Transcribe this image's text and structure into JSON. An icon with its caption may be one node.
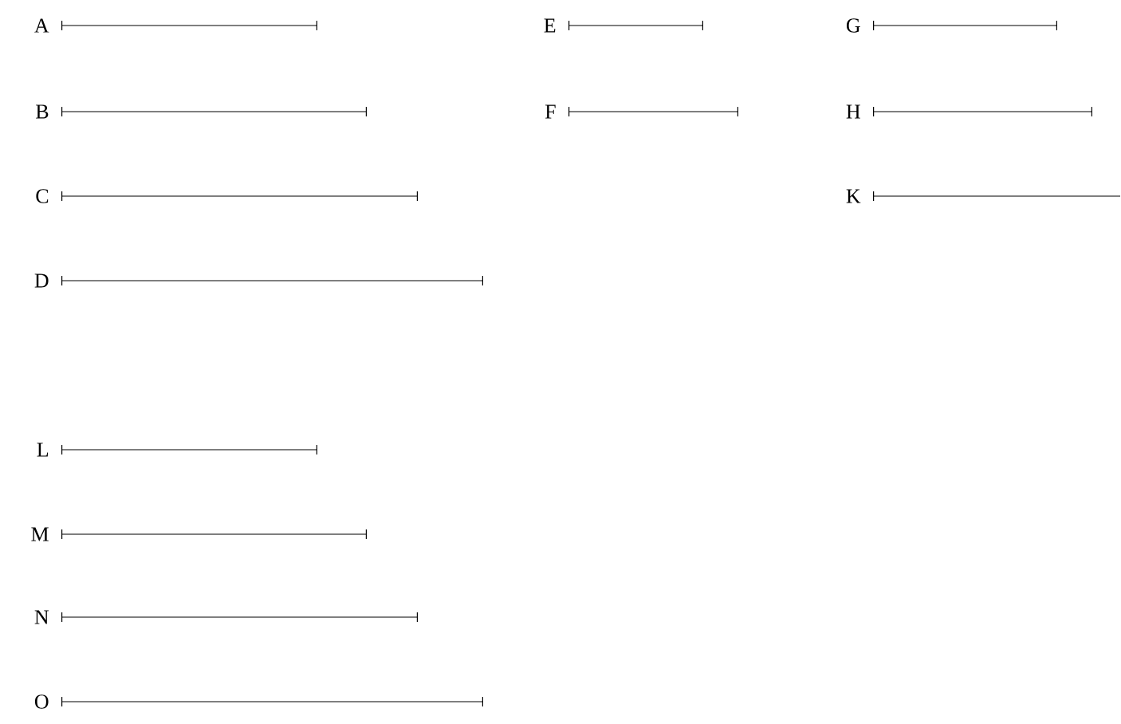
{
  "diagram": {
    "labels": [
      "A",
      "E",
      "G",
      "B",
      "F",
      "H",
      "C",
      "K",
      "D",
      "L",
      "M",
      "N",
      "O"
    ]
  }
}
